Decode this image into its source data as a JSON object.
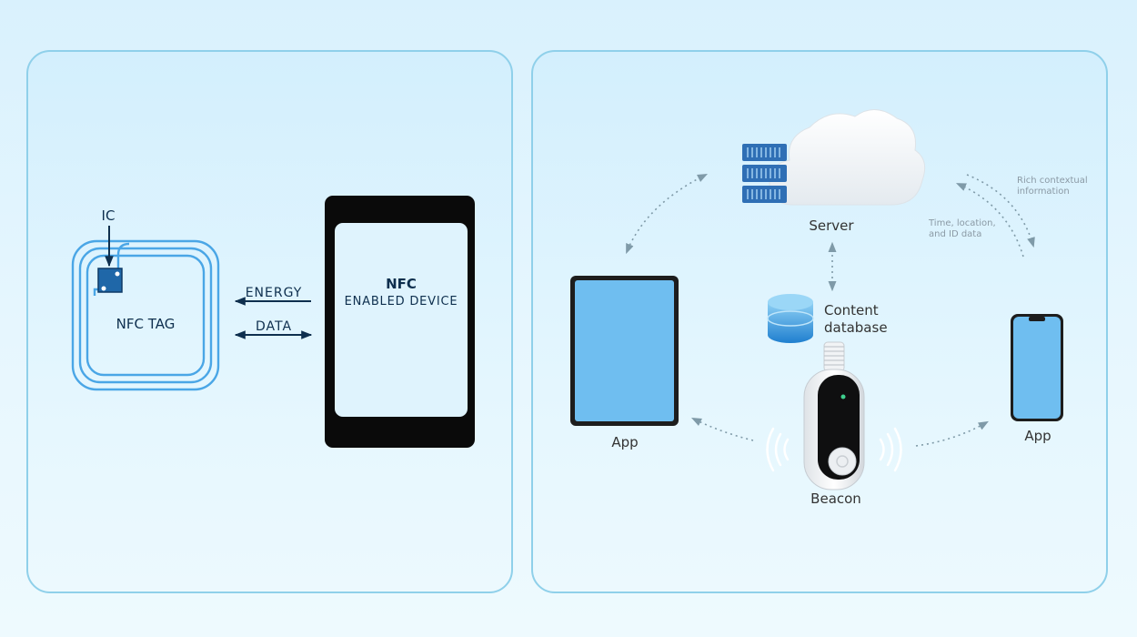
{
  "nfc": {
    "ic_label": "IC",
    "tag_label": "NFC TAG",
    "energy_label": "ENERGY",
    "data_label": "DATA",
    "device_title": "NFC",
    "device_subtitle": "ENABLED DEVICE"
  },
  "beacon_diagram": {
    "server_label": "Server",
    "content_db_line1": "Content",
    "content_db_line2": "database",
    "tablet_label": "App",
    "phone_label": "App",
    "beacon_label": "Beacon",
    "rich_info_line1": "Rich contextual",
    "rich_info_line2": "information",
    "time_loc_line1": "Time, location,",
    "time_loc_line2": "and ID data"
  },
  "colors": {
    "accent_blue": "#3a9be0",
    "screen_blue": "#6fbef0",
    "navy": "#0e2f4e",
    "server_blue": "#2f6fb5"
  }
}
